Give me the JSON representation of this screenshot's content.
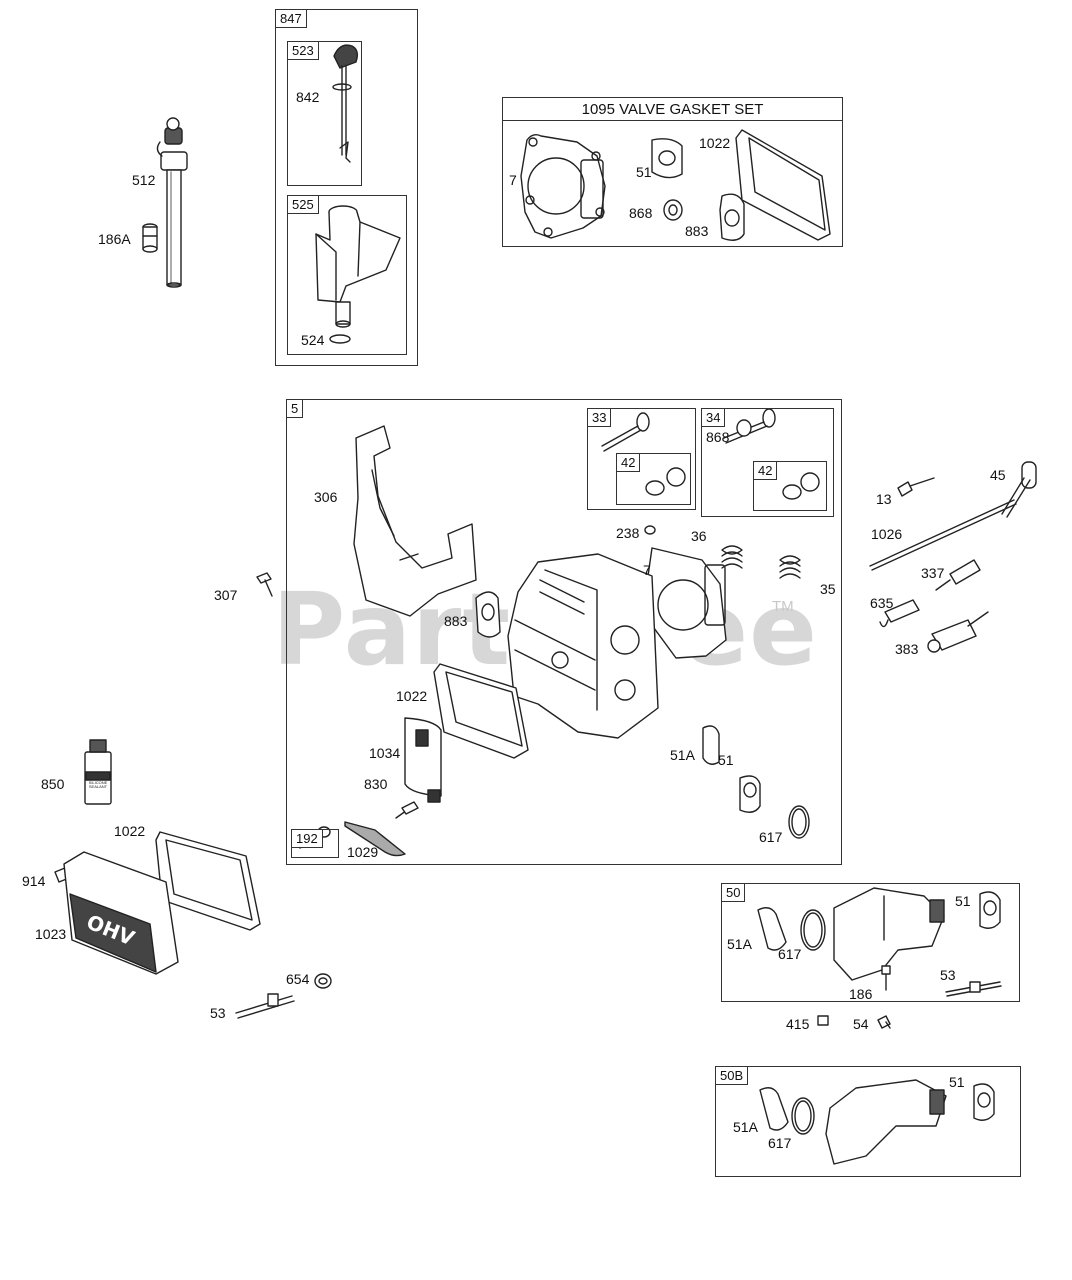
{
  "diagram": {
    "watermark": "PartsTree",
    "watermark_tm": "TM",
    "gasket_set_title": "1095 VALVE GASKET SET",
    "box_tags": {
      "b847": "847",
      "b523": "523",
      "b525": "525",
      "b5": "5",
      "b33": "33",
      "b42a": "42",
      "b34": "34",
      "b42b": "42",
      "b192": "192",
      "b50": "50",
      "b50b": "50B"
    },
    "part_labels": {
      "p512": "512",
      "p186A": "186A",
      "p842": "842",
      "p524": "524",
      "g7": "7",
      "g51": "51",
      "g1022": "1022",
      "g868": "868",
      "g883": "883",
      "h306": "306",
      "h307": "307",
      "h238": "238",
      "h36": "36",
      "h7": "7",
      "h35": "35",
      "h883": "883",
      "h1022": "1022",
      "h1034": "1034",
      "h830": "830",
      "h1029": "1029",
      "h51A": "51A",
      "h51": "51",
      "h617": "617",
      "h868": "868",
      "r13": "13",
      "r45": "45",
      "r1026": "1026",
      "r337": "337",
      "r635": "635",
      "r383": "383",
      "c850": "850",
      "c1022": "1022",
      "c914": "914",
      "c1023": "1023",
      "c654": "654",
      "c53": "53",
      "m51A": "51A",
      "m617": "617",
      "m51": "51",
      "m186": "186",
      "m53": "53",
      "m415": "415",
      "m54": "54",
      "n51A": "51A",
      "n617": "617",
      "n51": "51"
    },
    "printed_text": {
      "sealant": "SILICONE SEALANT",
      "cover_logo": "OHV"
    }
  }
}
